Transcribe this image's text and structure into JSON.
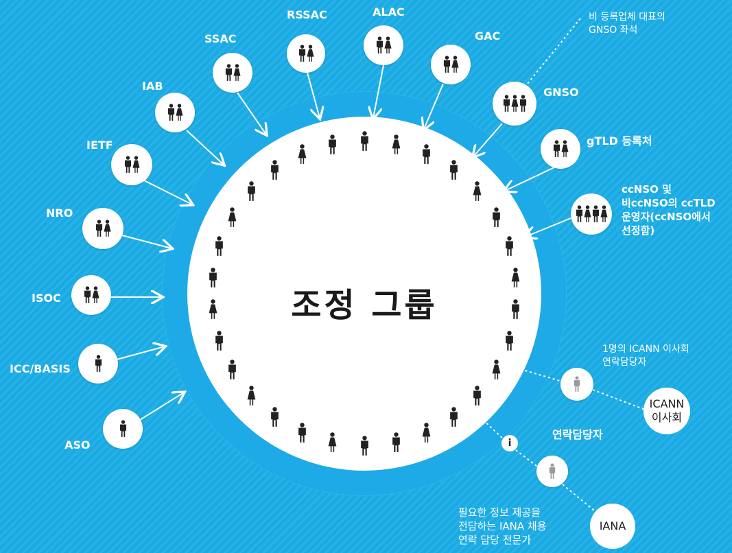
{
  "center_title": "조정 그룹",
  "groups": [
    {
      "id": "rssac",
      "label": "RSSAC",
      "people": 2
    },
    {
      "id": "alac",
      "label": "ALAC",
      "people": 2
    },
    {
      "id": "ssac",
      "label": "SSAC",
      "people": 2
    },
    {
      "id": "gac",
      "label": "GAC",
      "people": 2
    },
    {
      "id": "iab",
      "label": "IAB",
      "people": 2
    },
    {
      "id": "gnso",
      "label": "GNSO",
      "people": 3
    },
    {
      "id": "ietf",
      "label": "IETF",
      "people": 2
    },
    {
      "id": "gtld",
      "label": "gTLD 등록처",
      "people": 2
    },
    {
      "id": "nro",
      "label": "NRO",
      "people": 2
    },
    {
      "id": "ccnso",
      "label": "ccNSO 및\n비ccNSO의 ccTLD\n운영자(ccNSO에서\n선정함)",
      "people": 4
    },
    {
      "id": "isoc",
      "label": "ISOC",
      "people": 2
    },
    {
      "id": "iccbasis",
      "label": "ICC/BASIS",
      "people": 1
    },
    {
      "id": "aso",
      "label": "ASO",
      "people": 1
    }
  ],
  "gnso_note": "비 등록업체 대표의\nGNSO 좌석",
  "icann_liaison_note": "1명의 ICANN 이사회\n연락담당자",
  "icann_board": "ICANN\n이사회",
  "liaison_label": "연락담당자",
  "info_glyph": "i",
  "iana": "IANA",
  "iana_note": "필요한 정보 제공을\n전담하는 IANA 채용\n연락 담당 전문가",
  "members_in_circle": 30,
  "colors": {
    "background": "#1aabe4",
    "ring": "#1eaae6",
    "core": "#ffffff",
    "figure": "#222222",
    "liaison_figure": "#9a9a9a",
    "text": "#ffffff"
  }
}
